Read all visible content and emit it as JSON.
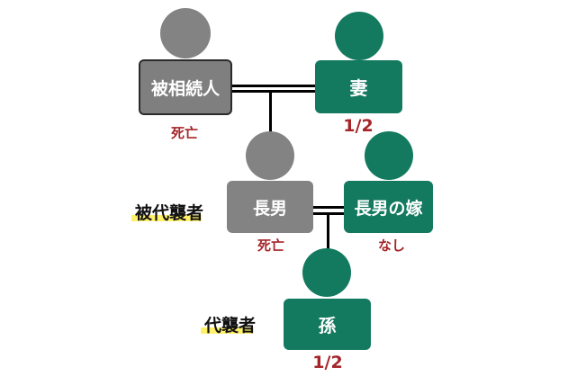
{
  "people": {
    "deceased": {
      "label": "被相続人",
      "status": "死亡"
    },
    "wife": {
      "label": "妻",
      "share": "1/2"
    },
    "eldest_son": {
      "label": "長男",
      "status": "死亡",
      "role": "被代襲者"
    },
    "daughter_in_law": {
      "label": "長男の嫁",
      "status": "なし"
    },
    "grandchild": {
      "label": "孫",
      "share": "1/2",
      "role": "代襲者"
    }
  },
  "colors": {
    "deceased": "#7f7f7f",
    "living": "#137a5f",
    "status_text": "#a5252a",
    "highlight": "#fff06a"
  }
}
